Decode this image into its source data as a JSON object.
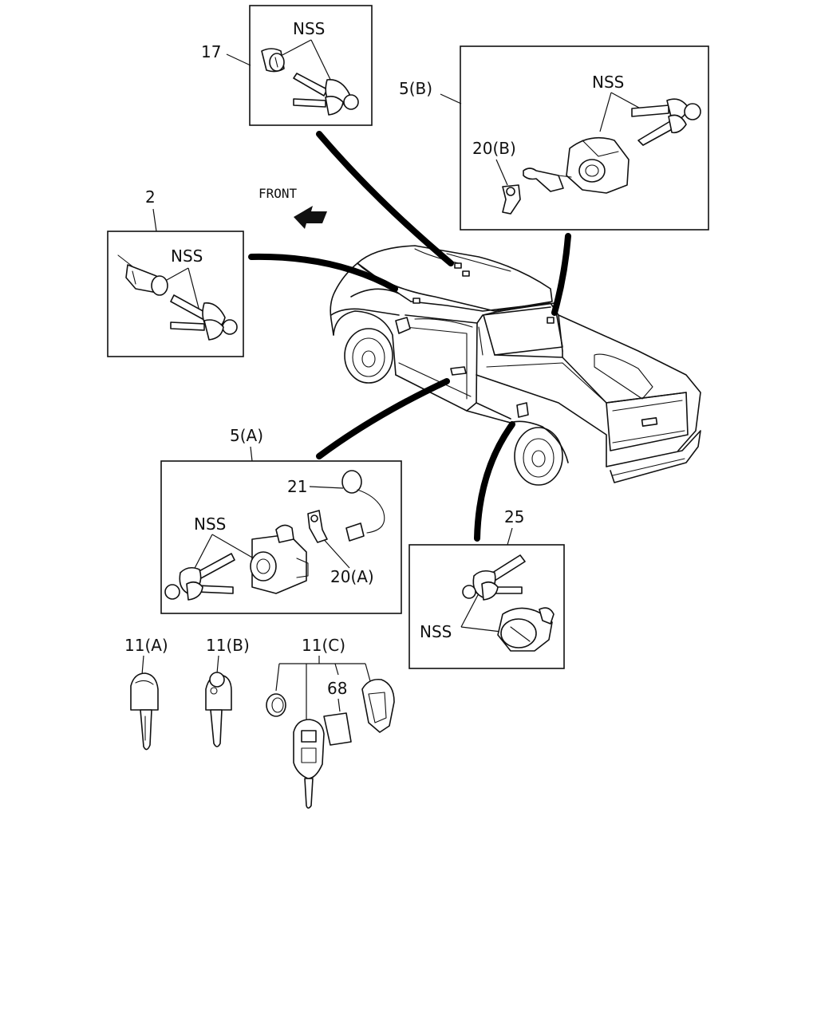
{
  "labels": {
    "front": "FRONT",
    "p17": "17",
    "p17_nss": "NSS",
    "p5b": "5(B)",
    "p5b_nss": "NSS",
    "p20b": "20(B)",
    "p2": "2",
    "p2_nss": "NSS",
    "p5a": "5(A)",
    "p5a_nss": "NSS",
    "p21": "21",
    "p20a": "20(A)",
    "p25": "25",
    "p25_nss": "NSS",
    "p11a": "11(A)",
    "p11b": "11(B)",
    "p11c": "11(C)",
    "p68": "68"
  }
}
